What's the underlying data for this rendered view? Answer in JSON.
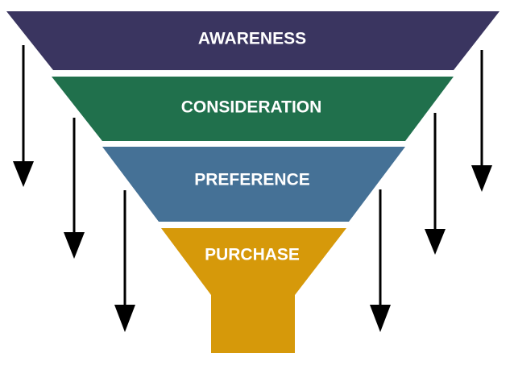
{
  "funnel": {
    "stages": [
      {
        "label": "AWARENESS",
        "color": "#3a3560"
      },
      {
        "label": "CONSIDERATION",
        "color": "#20704c"
      },
      {
        "label": "PREFERENCE",
        "color": "#457196"
      },
      {
        "label": "PURCHASE",
        "color": "#d6990a"
      }
    ],
    "arrow_color": "#000000"
  }
}
